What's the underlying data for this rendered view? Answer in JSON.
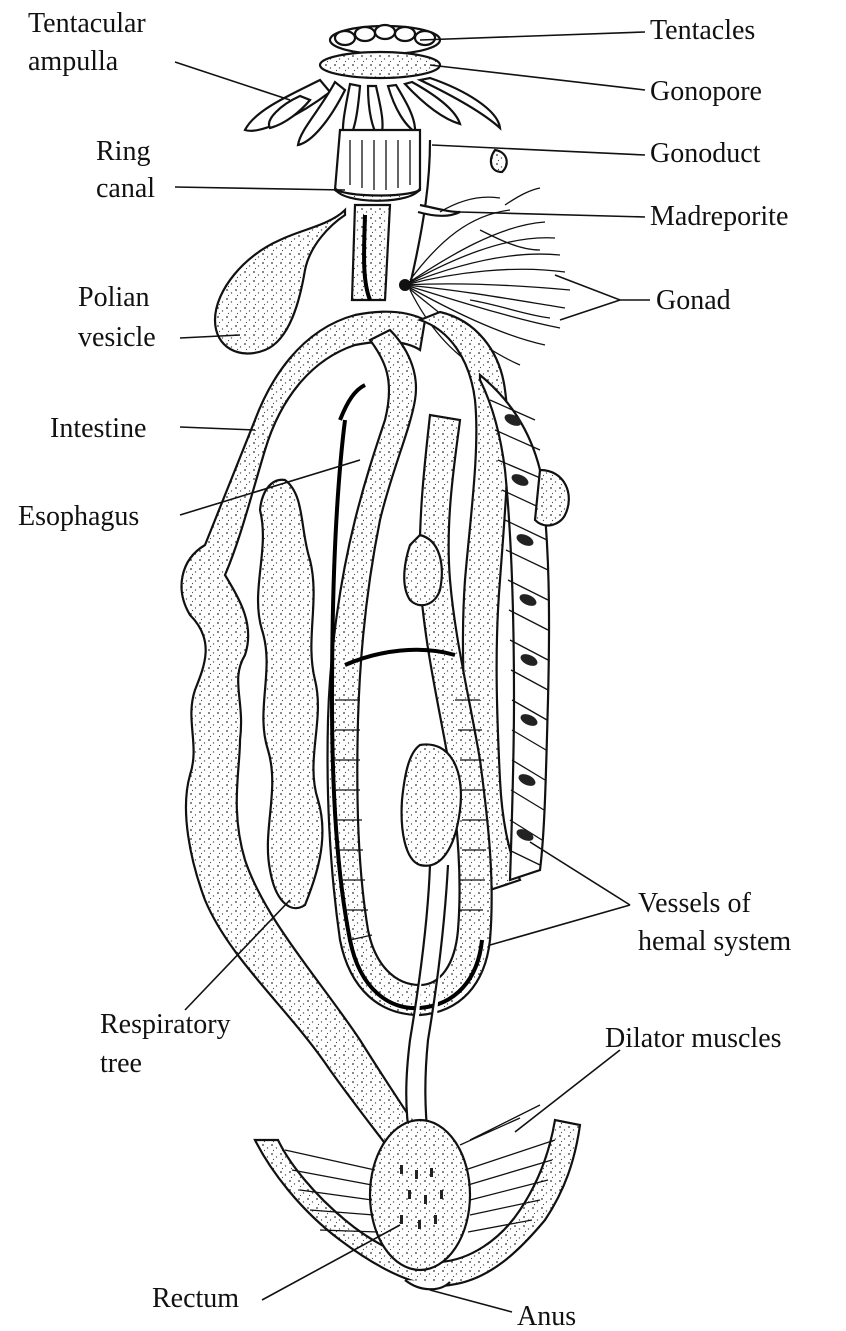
{
  "labels": {
    "tentacular_ampulla": [
      "Tentacular",
      "ampulla"
    ],
    "tentacles": "Tentacles",
    "gonopore": "Gonopore",
    "ring_canal": [
      "Ring",
      "canal"
    ],
    "gonoduct": "Gonoduct",
    "madreporite": "Madreporite",
    "polian_vesicle": [
      "Polian",
      "vesicle"
    ],
    "gonad": "Gonad",
    "intestine": "Intestine",
    "esophagus": "Esophagus",
    "vessels_hemal": [
      "Vessels of",
      "hemal system"
    ],
    "respiratory_tree": [
      "Respiratory",
      "tree"
    ],
    "dilator_muscles": "Dilator muscles",
    "rectum": "Rectum",
    "anus": "Anus"
  },
  "colors": {
    "ink": "#111111",
    "paper": "#ffffff"
  }
}
